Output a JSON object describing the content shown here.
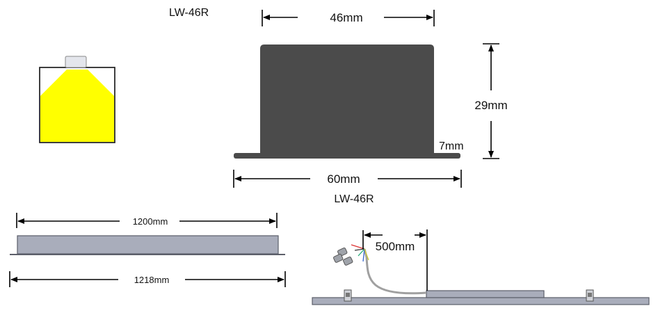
{
  "title_top": "LW-46R",
  "profile": {
    "width_top": "46mm",
    "width_bottom": "60mm",
    "height": "29mm",
    "flange": "7mm",
    "caption": "LW-46R"
  },
  "length": {
    "inner": "1200mm",
    "outer": "1218mm"
  },
  "cable": {
    "length": "500mm"
  },
  "colors": {
    "profile_body": "#4b4b4b",
    "light_beam": "#ffff00",
    "bar_fill": "#a9adbb",
    "bar_stroke": "#5c5f6a"
  }
}
